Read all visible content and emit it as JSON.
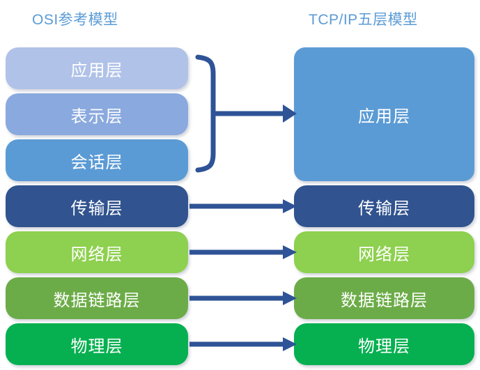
{
  "diagram": {
    "title_left": "OSI参考模型",
    "title_right": "TCP/IP五层模型",
    "accent_color": "#5b9bd5",
    "arrow_color": "#2e5396",
    "background": "#ffffff"
  },
  "osi_layers": [
    {
      "label": "应用层",
      "color": "#b0c2e8"
    },
    {
      "label": "表示层",
      "color": "#8aa9de"
    },
    {
      "label": "会话层",
      "color": "#5b9bd5"
    },
    {
      "label": "传输层",
      "color": "#31538f"
    },
    {
      "label": "网络层",
      "color": "#8ed04f"
    },
    {
      "label": "数据链路层",
      "color": "#6cac48"
    },
    {
      "label": "物理层",
      "color": "#06b050"
    }
  ],
  "tcpip_layers": [
    {
      "label": "应用层",
      "color": "#5b9bd5"
    },
    {
      "label": "传输层",
      "color": "#31538f"
    },
    {
      "label": "网络层",
      "color": "#8ed04f"
    },
    {
      "label": "数据链路层",
      "color": "#6cac48"
    },
    {
      "label": "物理层",
      "color": "#06b050"
    }
  ],
  "connectors": [
    {
      "name": "brace-application",
      "type": "brace-arrow",
      "from": [
        "应用层",
        "表示层",
        "会话层"
      ],
      "to": "应用层"
    },
    {
      "name": "arrow-transport",
      "type": "arrow",
      "from": "传输层",
      "to": "传输层"
    },
    {
      "name": "arrow-network",
      "type": "arrow",
      "from": "网络层",
      "to": "网络层"
    },
    {
      "name": "arrow-datalink",
      "type": "arrow",
      "from": "数据链路层",
      "to": "数据链路层"
    },
    {
      "name": "arrow-physical",
      "type": "arrow",
      "from": "物理层",
      "to": "物理层"
    }
  ]
}
